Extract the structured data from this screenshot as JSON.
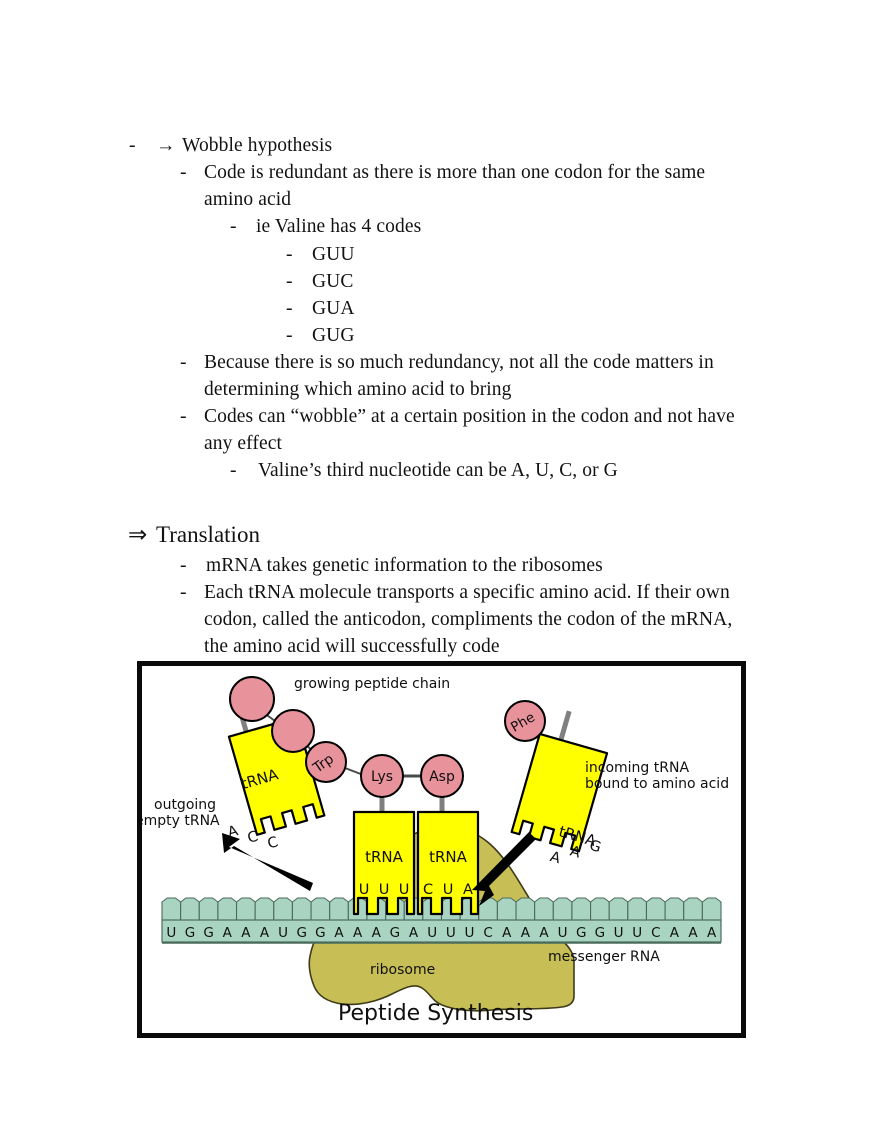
{
  "document": {
    "outline": [
      {
        "id": "wobble-heading",
        "bullet": "-",
        "arrow": "→",
        "text": "Wobble hypothesis",
        "level": 0
      },
      {
        "id": "redundant-code",
        "bullet": "-",
        "text": "Code is redundant as there is more than one codon for the same",
        "text2": "amino acid",
        "level": 1
      },
      {
        "id": "valine-codes",
        "bullet": "-",
        "text": "ie Valine has 4 codes",
        "level": 2
      },
      {
        "id": "codon-guu",
        "bullet": "-",
        "text": "GUU",
        "level": 3
      },
      {
        "id": "codon-guc",
        "bullet": "-",
        "text": "GUC",
        "level": 3
      },
      {
        "id": "codon-gua",
        "bullet": "-",
        "text": "GUA",
        "level": 3
      },
      {
        "id": "codon-gug",
        "bullet": "-",
        "text": "GUG",
        "level": 3
      },
      {
        "id": "redundancy-matters",
        "bullet": "-",
        "text": "Because there is so much redundancy, not all the code matters in",
        "text2": "determining which amino acid to bring",
        "level": 1
      },
      {
        "id": "wobble-position",
        "bullet": "-",
        "text": "Codes can “wobble” at a certain position in the codon and not have",
        "text2": "any effect",
        "level": 1
      },
      {
        "id": "valine-third-nucleotide",
        "bullet": "-",
        "text": "Valine’s third nucleotide can be A, U, C, or G",
        "level": 2
      }
    ],
    "translation_section": {
      "arrow": "⇒",
      "heading": "Translation",
      "points": [
        {
          "id": "mrna-ribosomes",
          "bullet": "-",
          "text": "mRNA takes genetic information to the ribosomes"
        },
        {
          "id": "trna-anticodon",
          "bullet": "-",
          "text": "Each tRNA molecule transports a specific amino acid. If their own",
          "text2": "codon, called the anticodon, compliments the codon of the mRNA,",
          "text3": "the amino acid will successfully code"
        }
      ]
    }
  },
  "figure": {
    "title": "Peptide Synthesis",
    "labels": {
      "growing_peptide_chain": "growing peptide chain",
      "outgoing": "outgoing",
      "empty_trna": "empty tRNA",
      "incoming_trna_line1": "incoming tRNA",
      "incoming_trna_line2": "bound to amino acid",
      "ribosome": "ribosome",
      "messenger_rna": "messenger RNA",
      "trna_tag": "tRNA"
    },
    "amino_acids": {
      "chain": [
        "",
        "",
        "Trp",
        "Lys",
        "Asp"
      ],
      "incoming": "Phe"
    },
    "trnas": [
      {
        "id": "outgoing-trna",
        "tag": "tRNA",
        "anticodon": [
          "A",
          "C",
          "C"
        ],
        "state": "outgoing-empty"
      },
      {
        "id": "p-site-trna",
        "tag": "tRNA",
        "anticodon": [
          "U",
          "U",
          "U"
        ],
        "amino_acid": "Lys"
      },
      {
        "id": "a-site-trna",
        "tag": "tRNA",
        "anticodon": [
          "C",
          "U",
          "A"
        ],
        "amino_acid": "Asp"
      },
      {
        "id": "incoming-trna",
        "tag": "tRNA",
        "anticodon": [
          "A",
          "A",
          "G"
        ],
        "amino_acid": "Phe",
        "state": "incoming"
      }
    ],
    "mrna_sequence": [
      "U",
      "G",
      "G",
      "A",
      "A",
      "A",
      "U",
      "G",
      "G",
      "A",
      "A",
      "A",
      "G",
      "A",
      "U",
      "U",
      "U",
      "C",
      "A",
      "A",
      "A",
      "U",
      "G",
      "G",
      "U",
      "U",
      "C",
      "A",
      "A",
      "A"
    ],
    "colors": {
      "trna_fill": "#ffff00",
      "amino_acid_fill": "#e8929c",
      "ribosome_fill": "#c7bf56",
      "mrna_fill": "#a9d4c2",
      "outline": "#000000",
      "frame": "#0a0a0a",
      "stem": "#808080"
    }
  }
}
